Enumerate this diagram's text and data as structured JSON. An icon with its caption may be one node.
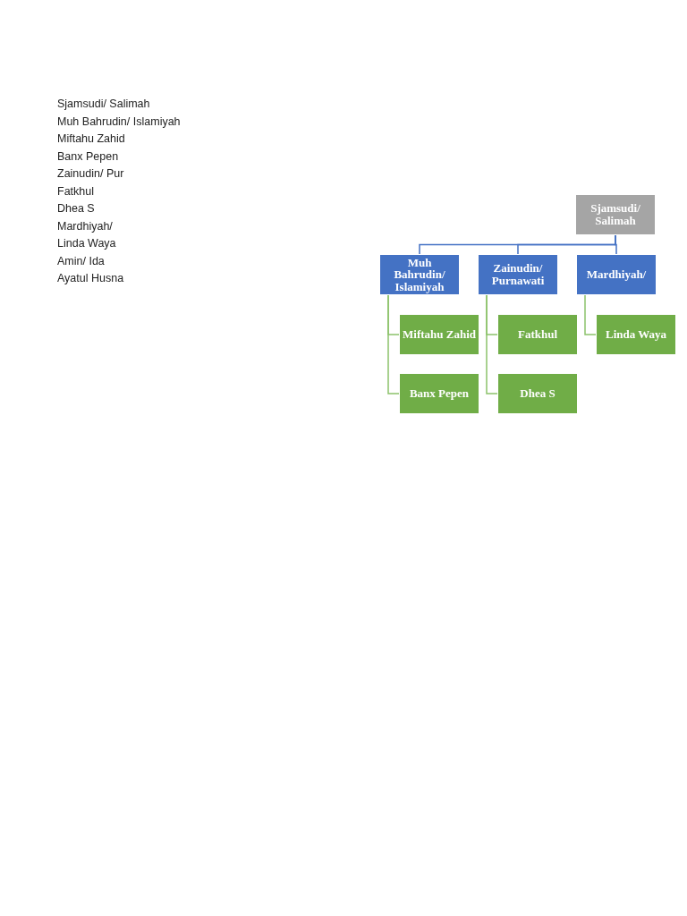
{
  "diagram": {
    "nodes": [
      {
        "text": [
          "Sjamsudi/ Salimah"
        ]
      },
      {
        "text": [
          "Muh Bahrudin/ Islamiyah"
        ]
      },
      {
        "text": [
          "Miftahu Zahid"
        ]
      },
      {
        "text": [
          "Banx Pepen"
        ]
      },
      {
        "text": [
          "Zainudin/ Purnawati"
        ]
      },
      {
        "text": [
          "Fatkhul"
        ]
      },
      {
        "text": [
          "Dhea S"
        ]
      },
      {
        "text": [
          "Mardhiyah/"
        ]
      },
      {
        "text": [
          "Linda Waya"
        ]
      }
    ],
    "edges": [
      {
        "from": 0,
        "to": 1,
        "arrow": "none",
        "color": "#4472c4"
      },
      {
        "from": 0,
        "to": 4,
        "arrow": "none",
        "color": "#4472c4"
      },
      {
        "from": 0,
        "to": 7,
        "arrow": "none",
        "color": "#4472c4"
      },
      {
        "from": 1,
        "to": 2,
        "arrow": "none"
      },
      {
        "from": 1,
        "to": 3,
        "arrow": "none"
      },
      {
        "from": 4,
        "to": 5,
        "arrow": "none"
      },
      {
        "from": 4,
        "to": 6,
        "arrow": "none"
      },
      {
        "from": 7,
        "to": 8,
        "arrow": "none"
      }
    ],
    "labels": [
      "Sjamsudi/ Salimah",
      "Muh Bahrudin/ Islamiyah",
      "Miftahu Zahid",
      "Banx Pepen",
      "Zainudin/ Pur",
      "Fatkhul",
      "Dhea S",
      "Mardhiyah/",
      "Linda Waya",
      "Amin/ Ida",
      "Ayatul Husna"
    ]
  }
}
